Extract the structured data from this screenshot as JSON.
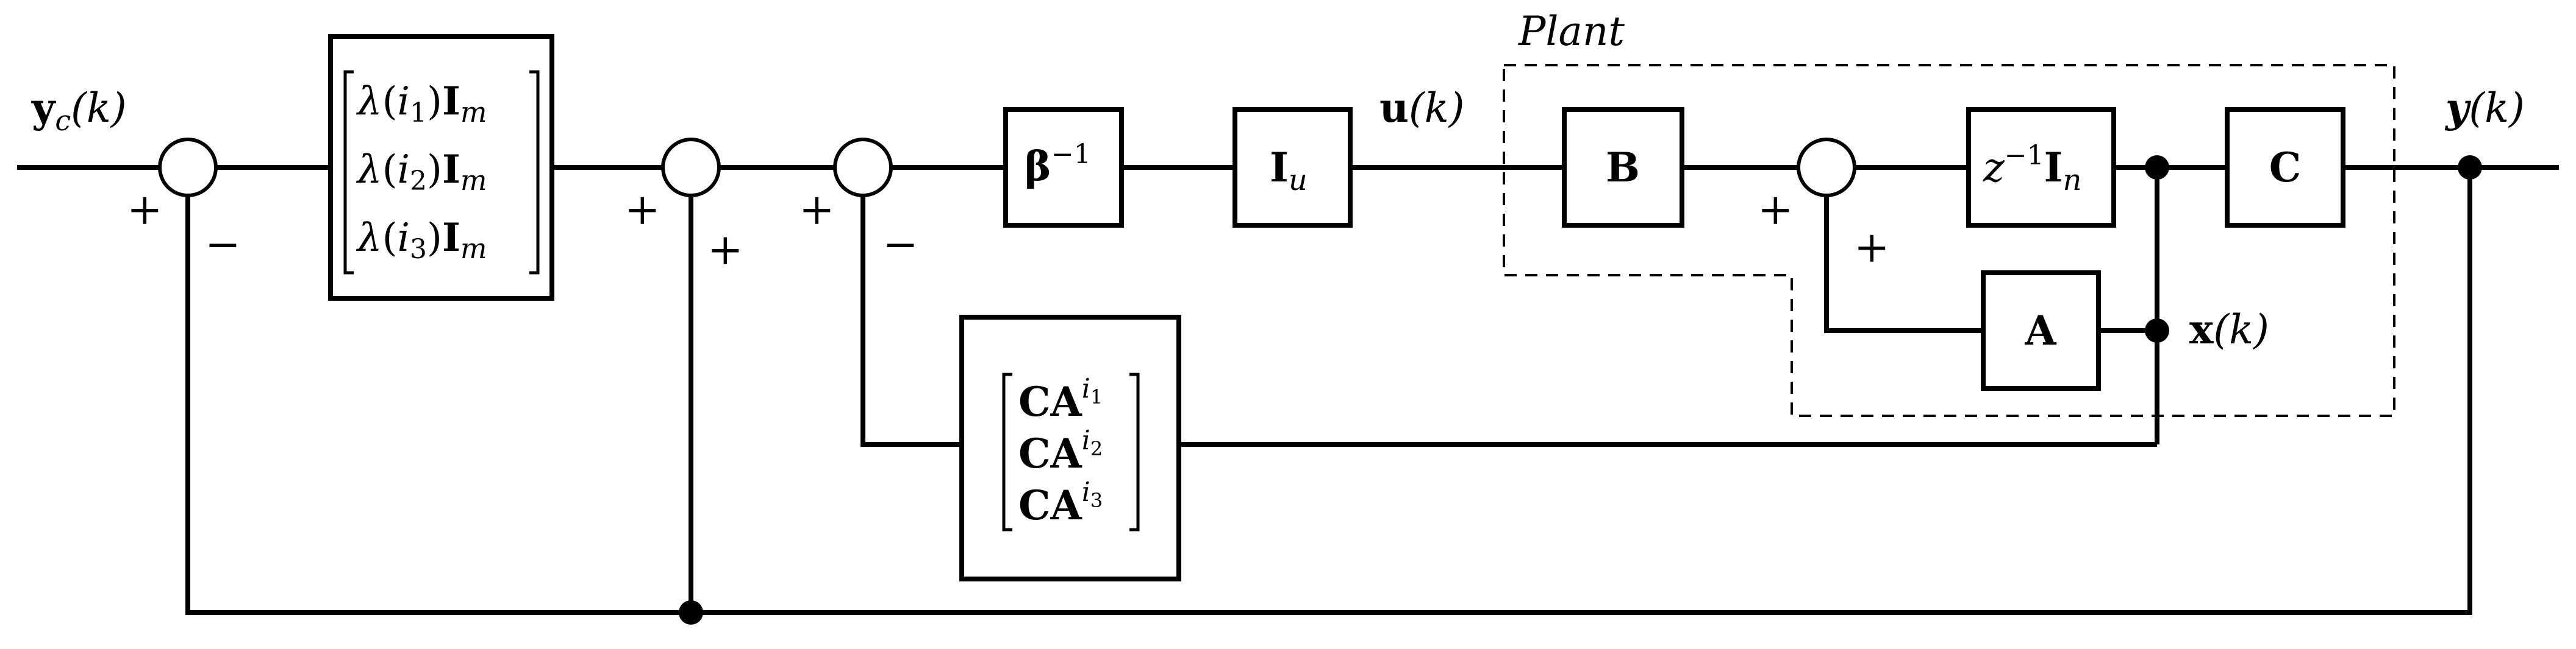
{
  "diagram": {
    "plant_label": "Plant",
    "signals": {
      "reference": {
        "base": "y",
        "sub": "c",
        "arg": "(k)"
      },
      "control": {
        "base": "u",
        "arg": "(k)"
      },
      "output": {
        "base": "y",
        "arg": "(k)"
      },
      "state": {
        "base": "x",
        "arg": "(k)"
      }
    },
    "blocks": {
      "gain_matrix": {
        "rows": [
          {
            "lam": "λ",
            "open": "(",
            "i": "i",
            "sub": "1",
            "close": ")",
            "I": "I",
            "m": "m"
          },
          {
            "lam": "λ",
            "open": "(",
            "i": "i",
            "sub": "2",
            "close": ")",
            "I": "I",
            "m": "m"
          },
          {
            "lam": "λ",
            "open": "(",
            "i": "i",
            "sub": "3",
            "close": ")",
            "I": "I",
            "m": "m"
          }
        ]
      },
      "beta_inv": {
        "base": "β",
        "sup": "−1"
      },
      "identity_u": {
        "base": "I",
        "sub": "u"
      },
      "B": "B",
      "delay": {
        "z": "z",
        "sup": "−1",
        "I": "I",
        "sub": "n"
      },
      "C": "C",
      "A": "A",
      "obs_matrix": {
        "rows": [
          {
            "CA": "CA",
            "i": "i",
            "sub": "1"
          },
          {
            "CA": "CA",
            "i": "i",
            "sub": "2"
          },
          {
            "CA": "CA",
            "i": "i",
            "sub": "3"
          }
        ]
      }
    },
    "signs": {
      "s1_plus": "+",
      "s1_minus": "−",
      "s2_plus_left": "+",
      "s2_plus_bottom": "+",
      "s3_plus": "+",
      "s3_minus": "−",
      "s4_plus_left": "+",
      "s4_plus_bottom": "+"
    }
  }
}
